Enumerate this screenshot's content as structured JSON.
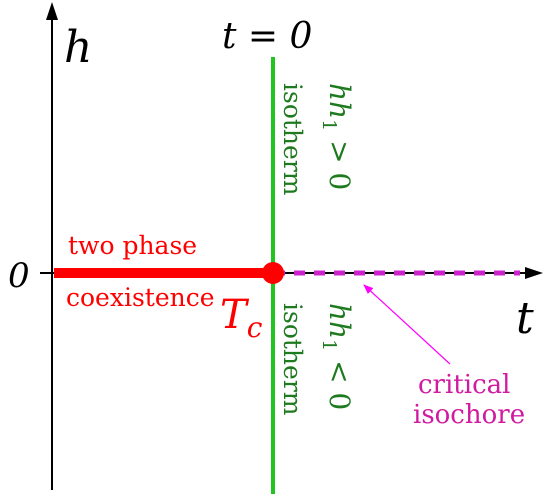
{
  "axes": {
    "h_axis_label": "h",
    "t_axis_label": "t",
    "zero_label": "0"
  },
  "isotherm": {
    "top_equation": "t = 0",
    "upper_word": "isotherm",
    "upper_condition": "hh",
    "upper_subscript": "1",
    "upper_relation": " > 0",
    "lower_word": "isotherm",
    "lower_condition": "hh",
    "lower_subscript": "1",
    "lower_relation": " < 0"
  },
  "coexistence": {
    "line1": "two phase",
    "line2": "coexistence"
  },
  "critical_point": {
    "symbol": "T",
    "subscript": "c"
  },
  "isochore": {
    "line1": "critical",
    "line2": "isochore"
  },
  "colors": {
    "axis": "#000000",
    "coexistence": "#ff0000",
    "isotherm_line": "#22c422",
    "isotherm_text": "#1e7a1e",
    "isochore": "#cc22cc",
    "isochore_text": "#d01aa0"
  }
}
